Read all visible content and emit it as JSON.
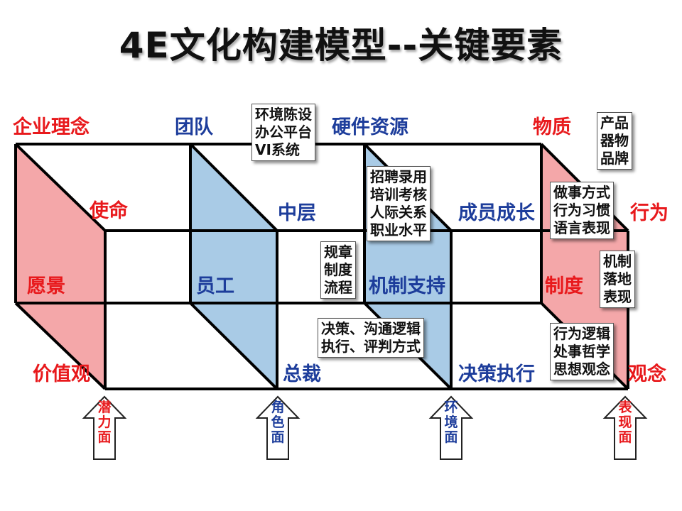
{
  "title": "4E文化构建模型--关键要素",
  "colors": {
    "red_text": "#e8191c",
    "blue_text": "#1d3d9b",
    "red_fill": "#f4a7a9",
    "blue_fill": "#a9cbe6",
    "line": "#000000"
  },
  "labels": {
    "qiye_linian": "企业理念",
    "tuandui": "团队",
    "yingjian_ziyuan": "硬件资源",
    "wuzhi": "物质",
    "shiming": "使命",
    "zhongceng": "中层",
    "chengyuan_chengzhang": "成员成长",
    "xingwei": "行为",
    "yuanjing": "愿景",
    "yuangong": "员工",
    "jizhi_zhichi": "机制支持",
    "zhidu": "制度",
    "jiazhiguan": "价值观",
    "zongcai": "总裁",
    "juece_zhixing": "决策执行",
    "guannian": "观念"
  },
  "boxes": {
    "huanjing": [
      "环境陈设",
      "办公平台",
      "VI系统"
    ],
    "chanpin": [
      "产品",
      "器物",
      "品牌"
    ],
    "zhaopin": [
      "招聘录用",
      "培训考核",
      "人际关系",
      "职业水平"
    ],
    "zuoshi": [
      "做事方式",
      "行为习惯",
      "语言表现"
    ],
    "guizhang": [
      "规章",
      "制度",
      "流程"
    ],
    "jizhi": [
      "机制",
      "落地",
      "表现"
    ],
    "juece": [
      "决策、沟通逻辑",
      "执行、评判方式"
    ],
    "xingwei_luoji": [
      "行为逻辑",
      "处事哲学",
      "思想观念"
    ]
  },
  "arrows": [
    {
      "text": [
        "潜",
        "力",
        "面"
      ],
      "color": "#e8191c"
    },
    {
      "text": [
        "角",
        "色",
        "面"
      ],
      "color": "#1d3d9b"
    },
    {
      "text": [
        "环",
        "境",
        "面"
      ],
      "color": "#1d3d9b"
    },
    {
      "text": [
        "表",
        "现",
        "面"
      ],
      "color": "#e8191c"
    }
  ]
}
